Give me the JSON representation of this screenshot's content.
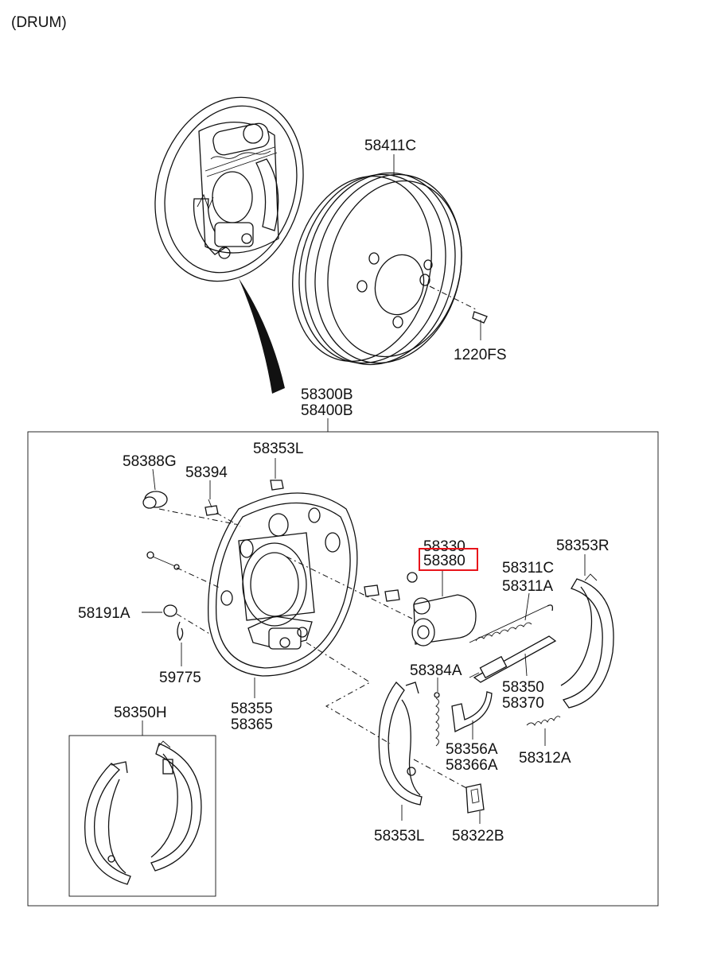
{
  "header": {
    "title": "(DRUM)"
  },
  "labels": {
    "drum": "58411C",
    "drum_screw": "1220FS",
    "assy_upper": "58300B",
    "assy_lower": "58400B",
    "plug": "58388G",
    "bleeder": "58394",
    "nut_top": "58353L",
    "wheel_cyl_upper": "58330",
    "wheel_cyl_highlight": "58380",
    "shoe_right": "58353R",
    "spring_upper_a": "58311C",
    "spring_upper_b": "58311A",
    "pin": "58191A",
    "clip": "59775",
    "plate_upper": "58355",
    "plate_lower": "58365",
    "spring_small": "58384A",
    "adjuster_upper": "58350",
    "adjuster_lower": "58370",
    "lever_upper": "58356A",
    "lever_lower": "58366A",
    "spring_lower": "58312A",
    "shoe_kit": "58350H",
    "shoe_left": "58353L",
    "bracket": "58322B"
  },
  "highlight_color": "#e8141b"
}
